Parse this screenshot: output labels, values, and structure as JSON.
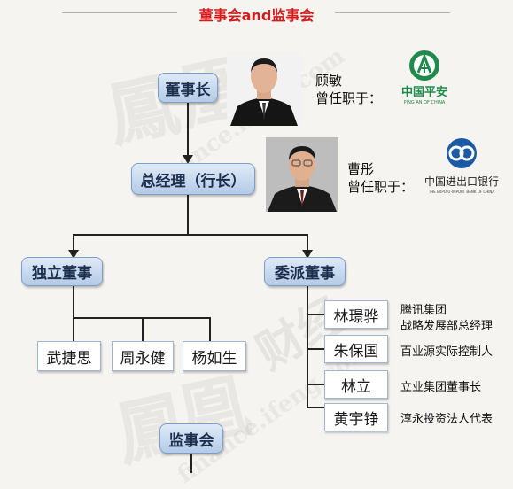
{
  "title": "董事会and监事会",
  "watermark": {
    "char1": "鳳",
    "char2": "凰",
    "site": "finance.ifeng.com",
    "mark": "财经"
  },
  "nodes": {
    "chairman": "董事长",
    "president": "总经理（行长）",
    "independent": "独立董事",
    "appointed": "委派董事",
    "supervisory": "监事会"
  },
  "persons": {
    "chairman": {
      "name": "顾敏",
      "former_label": "曾任职于：",
      "org_logo_text": "中国平安",
      "org_logo_sub": "PING AN OF CHINA"
    },
    "president": {
      "name": "曹彤",
      "former_label": "曾任职于：",
      "org_logo_text": "中国进出口银行",
      "org_logo_sub": "THE EXPORT-IMPORT BANK OF CHINA"
    }
  },
  "independent_directors": [
    "武捷思",
    "周永健",
    "杨如生"
  ],
  "appointed_directors": [
    {
      "name": "林璟骅",
      "desc_line1": "腾讯集团",
      "desc_line2": "战略发展部总经理"
    },
    {
      "name": "朱保国",
      "desc_line1": "百业源实际控制人",
      "desc_line2": ""
    },
    {
      "name": "林立",
      "desc_line1": "立业集团董事长",
      "desc_line2": ""
    },
    {
      "name": "黄宇铮",
      "desc_line1": "淳永投资法人代表",
      "desc_line2": ""
    }
  ],
  "colors": {
    "title": "#d41b1b",
    "node_top": "#dfeaf7",
    "node_bottom": "#b4cbe6",
    "pingan_green": "#1f8a4c",
    "eximbank_blue": "#1b5aa6"
  }
}
